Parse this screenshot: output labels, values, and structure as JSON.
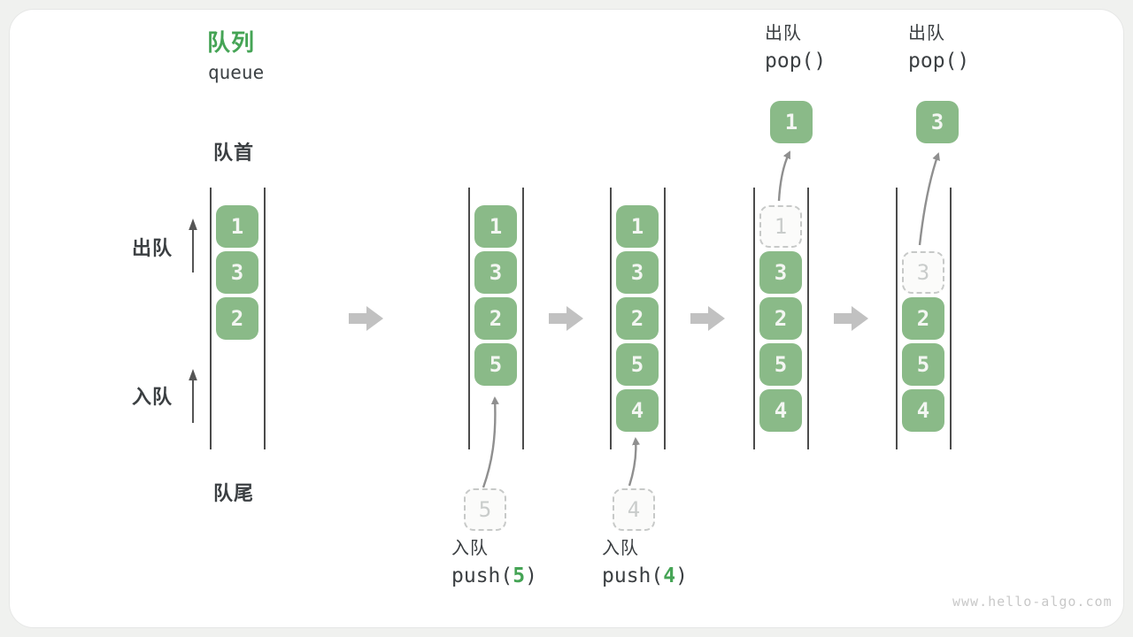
{
  "title": {
    "zh": "队列",
    "en": "queue"
  },
  "labels": {
    "front": "队首",
    "rear": "队尾",
    "dequeue_side": "出队",
    "enqueue_side": "入队"
  },
  "ops": {
    "push5": {
      "label": "入队",
      "fn": "push(",
      "arg": "5",
      "end": ")"
    },
    "push4": {
      "label": "入队",
      "fn": "push(",
      "arg": "4",
      "end": ")"
    },
    "pop1": {
      "label": "出队",
      "fn": "pop()"
    },
    "pop2": {
      "label": "出队",
      "fn": "pop()"
    }
  },
  "states": [
    {
      "boxes": [
        "1",
        "3",
        "2"
      ]
    },
    {
      "boxes": [
        "1",
        "3",
        "2",
        "5"
      ],
      "pending": "5"
    },
    {
      "boxes": [
        "1",
        "3",
        "2",
        "5",
        "4"
      ],
      "pending": "4"
    },
    {
      "boxes": [
        "3",
        "2",
        "5",
        "4"
      ],
      "ghost": "1",
      "popped": "1"
    },
    {
      "boxes": [
        "2",
        "5",
        "4"
      ],
      "ghost": "3",
      "popped": "3"
    }
  ],
  "watermark": "www.hello-algo.com",
  "colors": {
    "box_green": "#8aba88",
    "accent_green": "#45a455",
    "text_dark": "#3b3f42",
    "channel_line": "#4c4c4c",
    "flow_arrow_gray": "#c1c1c1",
    "thin_arrow_gray": "#8f8f8f",
    "ghost_gray": "#c7c9c8",
    "watermark_gray": "#c8c8c8",
    "card_bg": "#ffffff",
    "page_bg": "#f0f1ef"
  },
  "icons": {
    "flow_arrow": "block-right-arrow",
    "dequeue_arrow": "thin-up-arrow",
    "enqueue_arrow": "thin-up-arrow",
    "push_arrow": "curved-up-arrow",
    "pop_arrow": "curved-up-arrow"
  }
}
